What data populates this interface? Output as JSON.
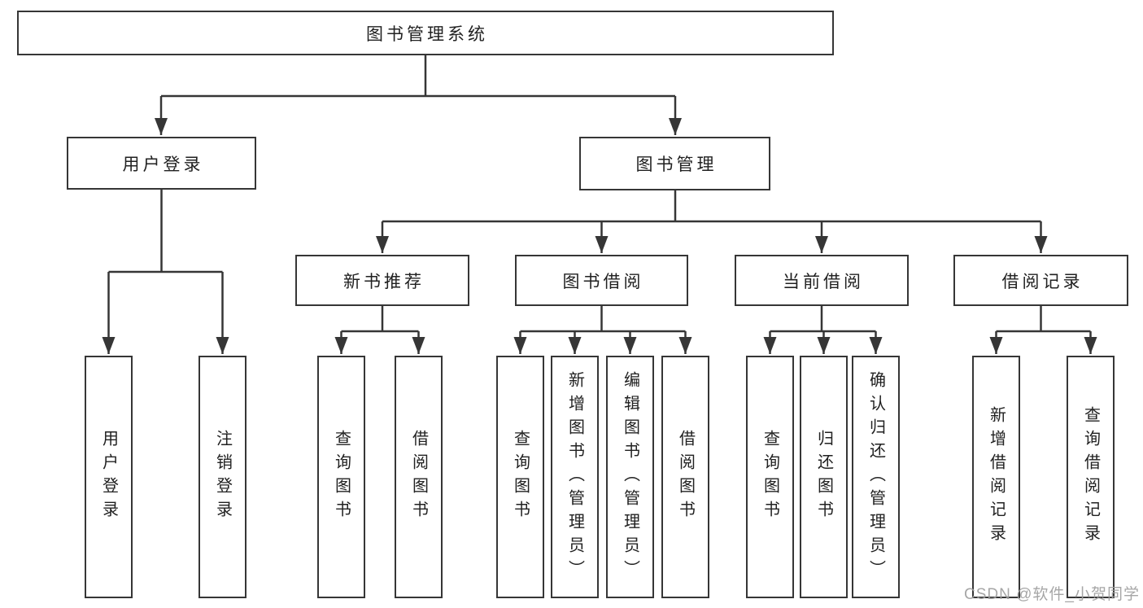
{
  "colors": {
    "line": "#363636",
    "text": "#212121",
    "background": "#ffffff",
    "watermark": "#9e9e9e"
  },
  "watermark": "CSDN @软件_小贺同学",
  "tree": {
    "root": "图书管理系统",
    "branches": [
      {
        "label": "用户登录",
        "children": [
          "用户登录",
          "注销登录"
        ]
      },
      {
        "label": "图书管理",
        "groups": [
          {
            "label": "新书推荐",
            "children": [
              "查询图书",
              "借阅图书"
            ]
          },
          {
            "label": "图书借阅",
            "children": [
              "查询图书",
              "新增图书（管理员）",
              "编辑图书（管理员）",
              "借阅图书"
            ]
          },
          {
            "label": "当前借阅",
            "children": [
              "查询图书",
              "归还图书",
              "确认归还（管理员）"
            ]
          },
          {
            "label": "借阅记录",
            "children": [
              "新增借阅记录",
              "查询借阅记录"
            ]
          }
        ]
      }
    ]
  }
}
